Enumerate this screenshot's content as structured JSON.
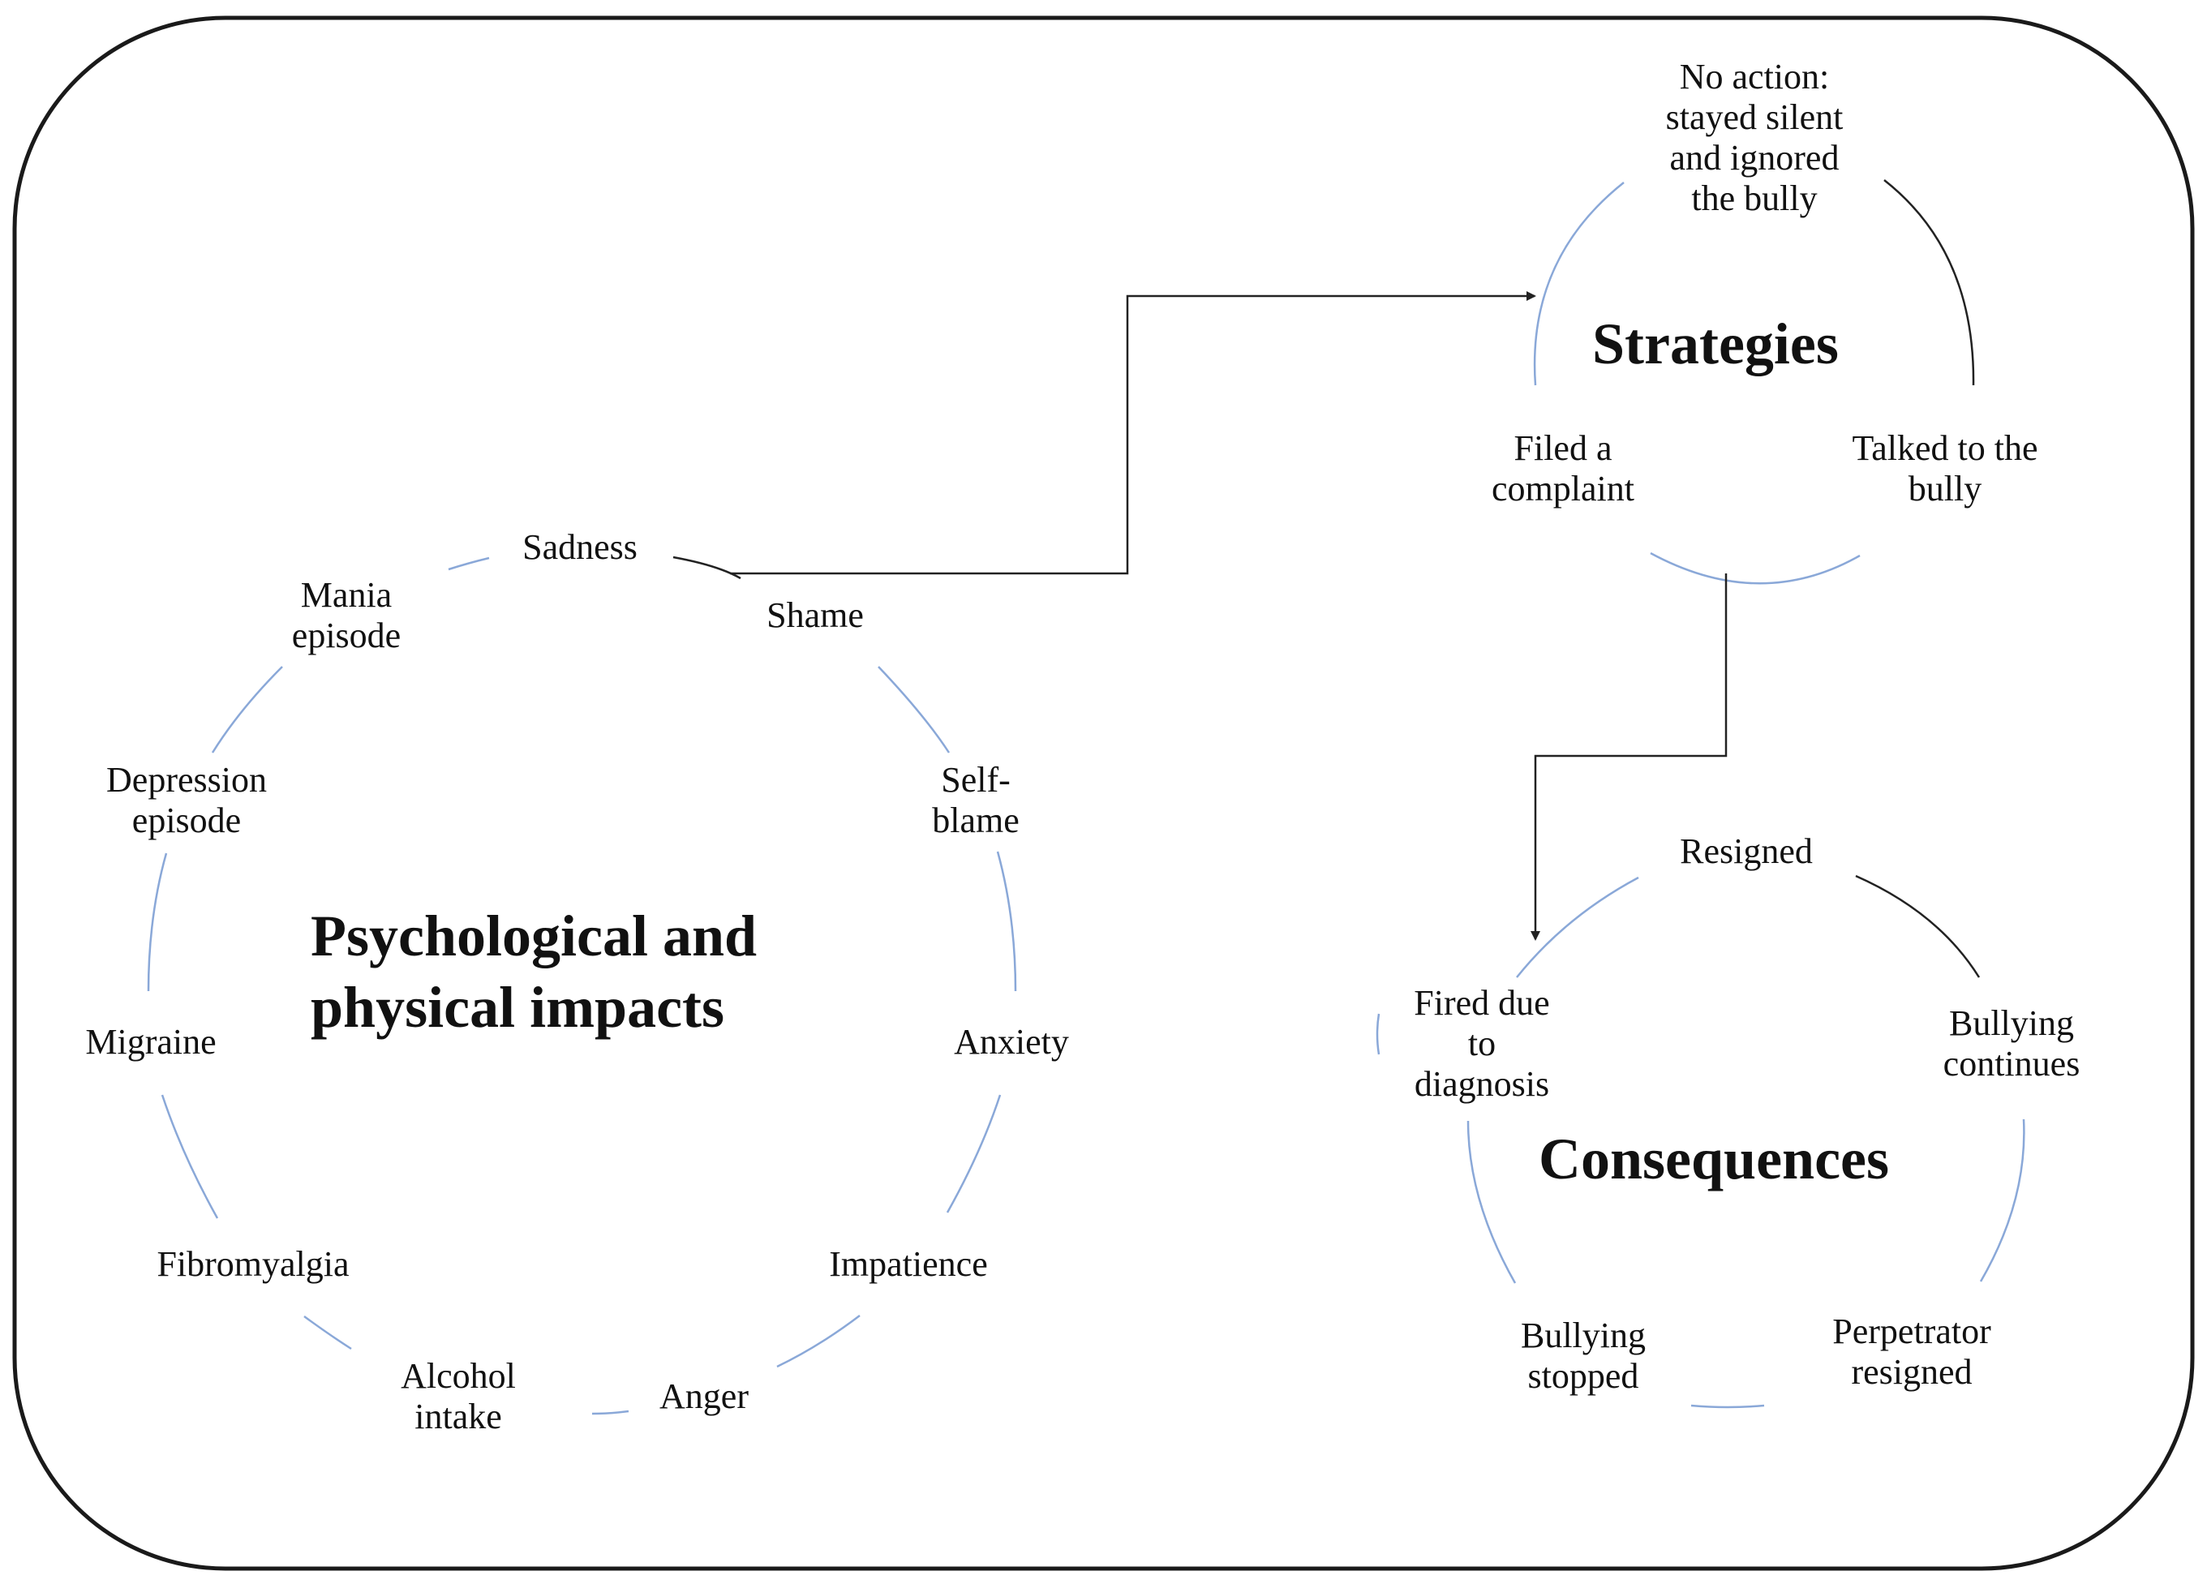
{
  "colors": {
    "border": "#1a1a1a",
    "arc": "#8aa8d8",
    "connector": "#222222",
    "text": "#111111"
  },
  "impacts": {
    "title_line1": "Psychological and",
    "title_line2": "physical impacts",
    "items": [
      {
        "line1": "Sadness"
      },
      {
        "line1": "Shame"
      },
      {
        "line1": "Self-",
        "line2": "blame"
      },
      {
        "line1": "Anxiety"
      },
      {
        "line1": "Impatience"
      },
      {
        "line1": "Anger"
      },
      {
        "line1": "Alcohol",
        "line2": "intake"
      },
      {
        "line1": "Fibromyalgia"
      },
      {
        "line1": "Migraine"
      },
      {
        "line1": "Depression",
        "line2": "episode"
      },
      {
        "line1": "Mania",
        "line2": "episode"
      }
    ]
  },
  "strategies": {
    "title": "Strategies",
    "items": [
      {
        "line1": "No action:",
        "line2": "stayed silent",
        "line3": "and ignored",
        "line4": "the bully"
      },
      {
        "line1": "Filed a",
        "line2": "complaint"
      },
      {
        "line1": "Talked to the",
        "line2": "bully"
      }
    ]
  },
  "consequences": {
    "title": "Consequences",
    "items": [
      {
        "line1": "Resigned"
      },
      {
        "line1": "Fired due",
        "line2": "to",
        "line3": "diagnosis"
      },
      {
        "line1": "Bullying",
        "line2": "continues"
      },
      {
        "line1": "Bullying",
        "line2": "stopped"
      },
      {
        "line1": "Perpetrator",
        "line2": "resigned"
      }
    ]
  }
}
